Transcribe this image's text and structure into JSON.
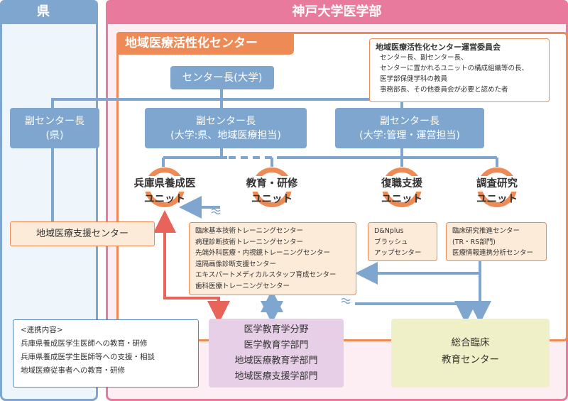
{
  "pref": {
    "title": "県"
  },
  "univ": {
    "title": "神戸大学医学部"
  },
  "center": {
    "title": "地域医療活性化センター"
  },
  "committee": {
    "title": "地域医療活性化センター運営委員会",
    "lines": [
      "センター長、副センター長、",
      "センターに置かれるユニットの構成組織等の長、",
      "医学部保健学科の教員",
      "事務部長、その他委員会が必要と認めた者"
    ]
  },
  "director": "センター長(大学)",
  "vice_pref": {
    "line1": "副センター長",
    "line2": "(県)"
  },
  "vice_univ1": {
    "line1": "副センター長",
    "line2": "(大学:県、地域医療担当)"
  },
  "vice_univ2": {
    "line1": "副センター長",
    "line2": "(大学:管理・運営担当)"
  },
  "units": [
    {
      "name": "兵庫県養成医",
      "sub": "ユニット"
    },
    {
      "name": "教育・研修",
      "sub": "ユニット"
    },
    {
      "name": "復職支援",
      "sub": "ユニット"
    },
    {
      "name": "調査研究",
      "sub": "ユニット"
    }
  ],
  "training_list": [
    "臨床基本技術トレーニングセンター",
    "病理診断技術トレーニングセンター",
    "先端外科医療・内視鏡トレーニングセンター",
    "遠隔画像診断支援センター",
    "エキスパートメディカルスタッフ育成センター",
    "歯科医療トレーニングセンター"
  ],
  "return_list": [
    "D&Nplus",
    "ブラッシュ",
    "アップセンター"
  ],
  "research_list": [
    "臨床研究推進センター",
    "(TR・RS部門)",
    "医療情報連携分析センター"
  ],
  "regional_support": "地域医療支援センター",
  "notes": {
    "title": "<連携内容>",
    "lines": [
      "兵庫県養成医学生医師への教育・研修",
      "兵庫県養成医学生医師等への支援・相談",
      "地域医療従事者への教育・研修"
    ]
  },
  "education": [
    "医学教育学分野",
    "医学教育学部門",
    "地域医療教育学部門",
    "地域医療支援学部門"
  ],
  "clinical_center": {
    "line1": "総合臨床",
    "line2": "教育センター"
  },
  "colors": {
    "pref_blue": "#7ea6cf",
    "univ_pink": "#e87a9e",
    "center_orange": "#ee8a55",
    "arrow_red": "#e8645a"
  }
}
